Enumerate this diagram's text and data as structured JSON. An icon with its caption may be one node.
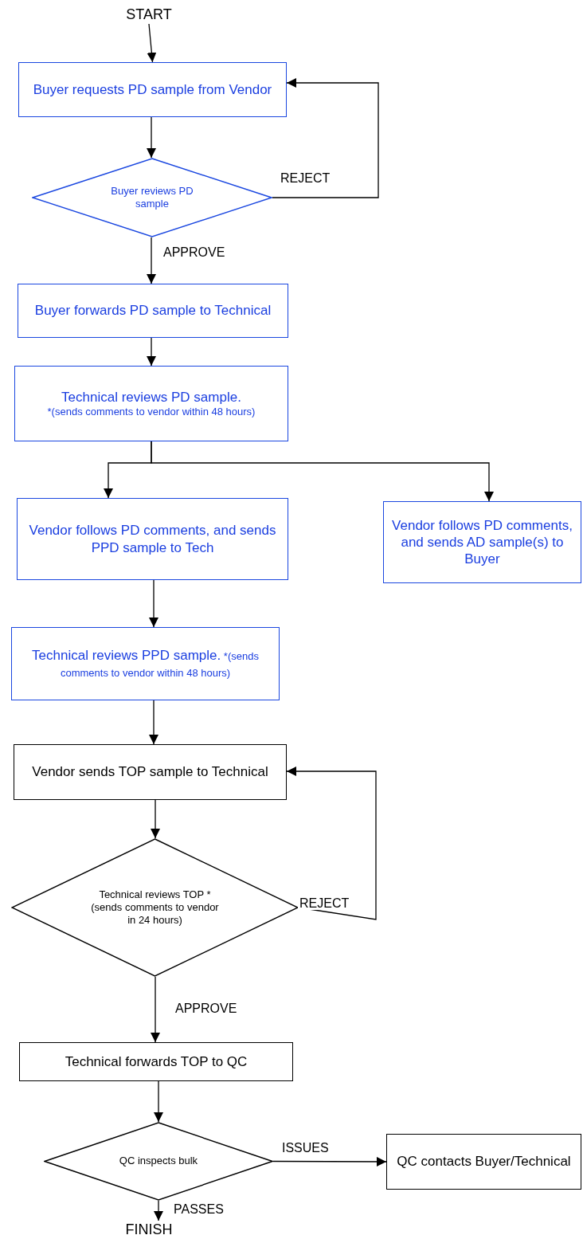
{
  "diagram": {
    "nodes": [
      {
        "text": [
          "START"
        ]
      },
      {
        "text": [
          "Buyer requests PD sample from Vendor"
        ]
      },
      {
        "text": [
          "Buyer reviews PD sample"
        ]
      },
      {
        "text": [
          "Buyer forwards PD sample to Technical"
        ]
      },
      {
        "text": [
          "Technical reviews PD sample.",
          "*(sends comments to vendor within 48 hours)"
        ]
      },
      {
        "text": [
          "Vendor follows PD comments, and sends PPD sample to Tech"
        ]
      },
      {
        "text": [
          "Vendor follows PD comments, and sends AD sample(s) to Buyer"
        ]
      },
      {
        "text": [
          "Technical reviews PPD sample.",
          "*(sends comments to vendor within 48 hours)"
        ]
      },
      {
        "text": [
          "Vendor sends TOP sample to Technical"
        ]
      },
      {
        "text": [
          "Technical reviews TOP *(sends comments to vendor in 24 hours)"
        ]
      },
      {
        "text": [
          "Technical forwards TOP to QC"
        ]
      },
      {
        "text": [
          "QC inspects bulk"
        ]
      },
      {
        "text": [
          "QC contacts Buyer/Technical"
        ]
      },
      {
        "text": [
          "FINISH"
        ]
      }
    ],
    "edges": [
      {
        "from": 0,
        "to": 1,
        "arrow": "to"
      },
      {
        "from": 1,
        "to": 2,
        "arrow": "to"
      },
      {
        "from": 2,
        "to": 1,
        "arrow": "to",
        "label": "REJECT"
      },
      {
        "from": 2,
        "to": 3,
        "arrow": "to",
        "label": "APPROVE"
      },
      {
        "from": 3,
        "to": 4,
        "arrow": "to"
      },
      {
        "from": 4,
        "to": 5,
        "arrow": "to"
      },
      {
        "from": 4,
        "to": 6,
        "arrow": "to"
      },
      {
        "from": 5,
        "to": 7,
        "arrow": "to"
      },
      {
        "from": 7,
        "to": 8,
        "arrow": "to"
      },
      {
        "from": 8,
        "to": 9,
        "arrow": "to"
      },
      {
        "from": 9,
        "to": 8,
        "arrow": "to",
        "label": "REJECT"
      },
      {
        "from": 9,
        "to": 10,
        "arrow": "to",
        "label": "APPROVE"
      },
      {
        "from": 10,
        "to": 11,
        "arrow": "to"
      },
      {
        "from": 11,
        "to": 12,
        "arrow": "to",
        "label": "ISSUES"
      },
      {
        "from": 11,
        "to": 13,
        "arrow": "to",
        "label": "PASSES"
      }
    ]
  }
}
